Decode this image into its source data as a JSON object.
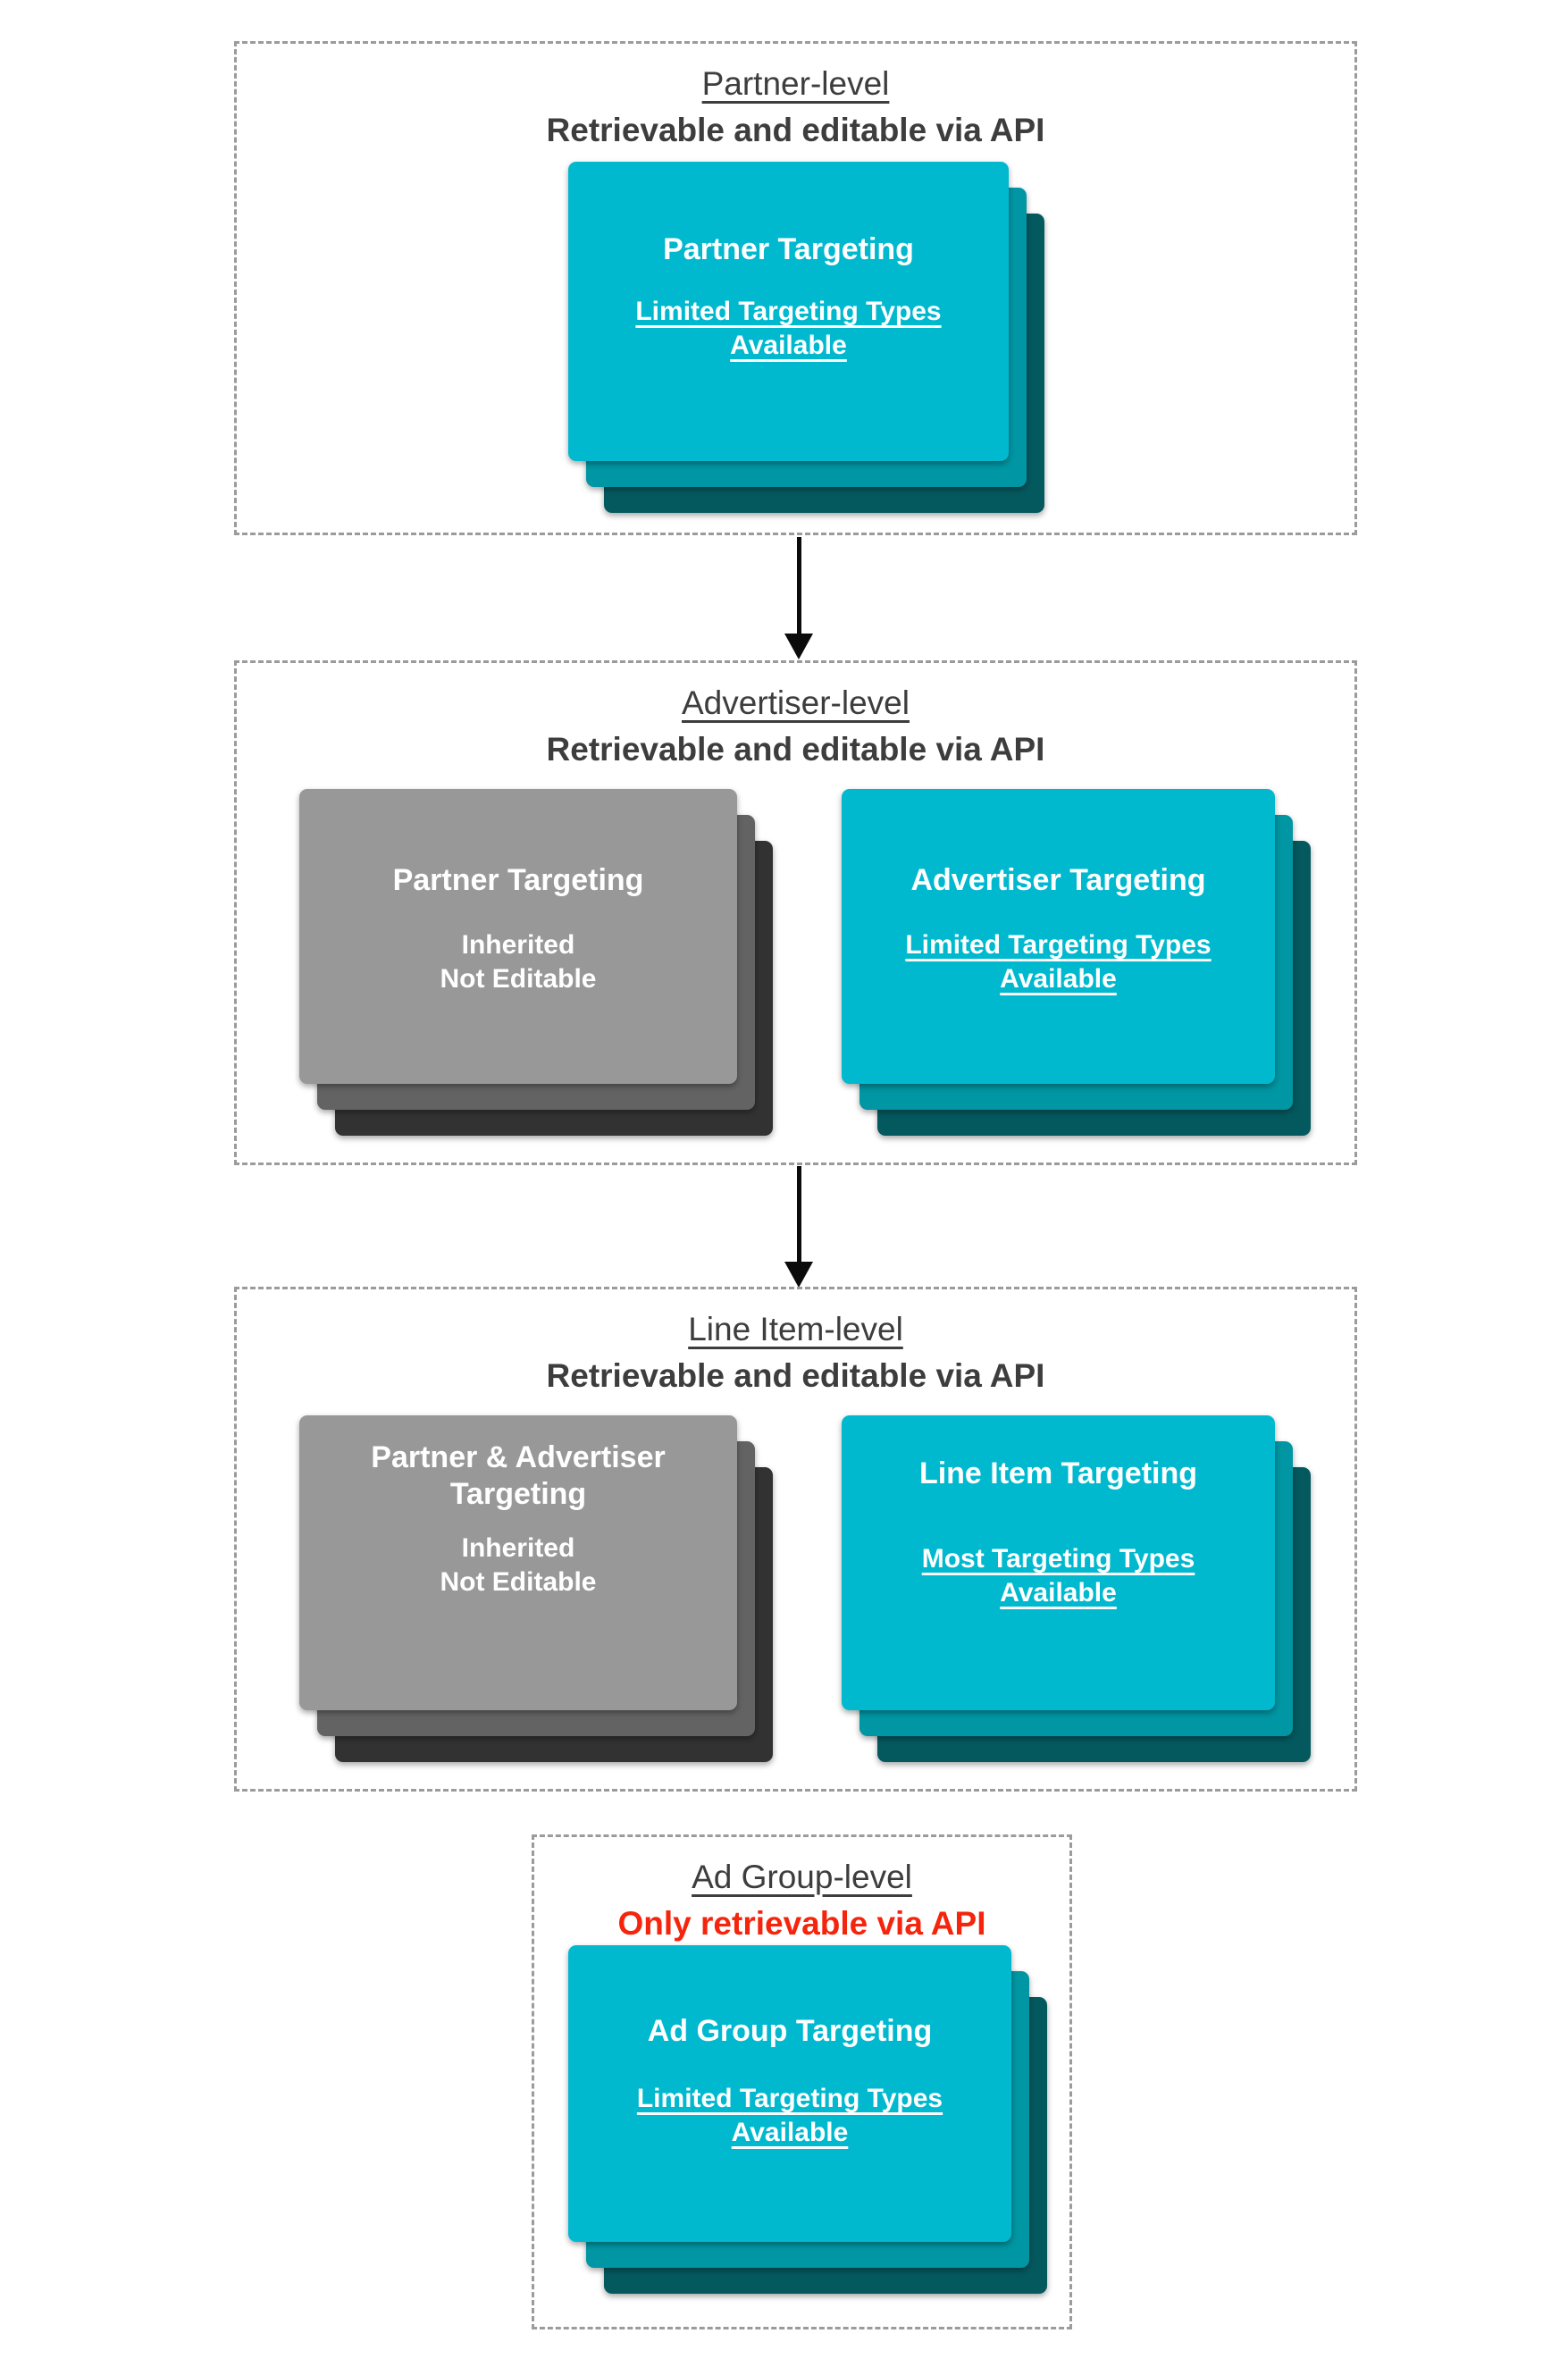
{
  "colors": {
    "teal_card": "#00b9cf",
    "teal_layer_mid": "#0096a3",
    "teal_layer_dark": "#04595f",
    "gray_card": "#989898",
    "gray_layer_mid": "#636363",
    "gray_layer_dark": "#323232",
    "header_text": "#3d3d3d",
    "red_subtitle": "#f5250d",
    "dashed_border": "#9b9b9b",
    "arrow": "#0b0b0b",
    "card_text": "#ffffff"
  },
  "sections": [
    {
      "id": "partner-level",
      "title": "Partner-level",
      "subtitle": "Retrievable and editable via API",
      "subtitle_style": "dark",
      "cards": [
        {
          "variant": "teal",
          "underlined_body": true,
          "title": "Partner Targeting",
          "body": "Limited Targeting Types\nAvailable"
        }
      ]
    },
    {
      "id": "advertiser-level",
      "title": "Advertiser-level",
      "subtitle": "Retrievable and editable via API",
      "subtitle_style": "dark",
      "cards": [
        {
          "variant": "gray",
          "underlined_body": false,
          "title": "Partner Targeting",
          "body": "Inherited\nNot Editable"
        },
        {
          "variant": "teal",
          "underlined_body": true,
          "title": "Advertiser Targeting",
          "body": "Limited Targeting Types\nAvailable"
        }
      ]
    },
    {
      "id": "line-item-level",
      "title": "Line Item-level",
      "subtitle": "Retrievable and editable via API",
      "subtitle_style": "dark",
      "cards": [
        {
          "variant": "gray",
          "underlined_body": false,
          "title": "Partner & Advertiser\nTargeting",
          "body": "Inherited\nNot Editable"
        },
        {
          "variant": "teal",
          "underlined_body": true,
          "title": "Line Item Targeting",
          "body": "Most Targeting Types\nAvailable"
        }
      ]
    },
    {
      "id": "ad-group-level",
      "title": "Ad Group-level",
      "subtitle": "Only retrievable via API",
      "subtitle_style": "red",
      "cards": [
        {
          "variant": "teal",
          "underlined_body": true,
          "title": "Ad Group Targeting",
          "body": "Limited Targeting Types\nAvailable"
        }
      ]
    }
  ]
}
